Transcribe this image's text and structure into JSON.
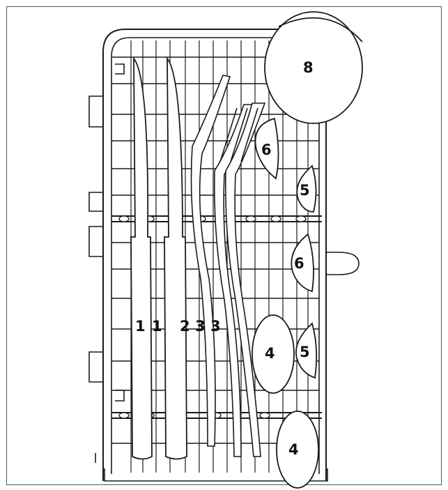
{
  "diagram": {
    "labels": {
      "knife_a": "1",
      "knife_b": "1",
      "fork_a": "2",
      "fork_b": "3",
      "fork_c": "3",
      "spoon_large_top": "8",
      "spoon_top": "6",
      "teaspoon_top": "5",
      "spoon_mid": "6",
      "spoon_low": "4",
      "teaspoon_low": "5",
      "spoon_bottom": "4"
    },
    "colors": {
      "stroke": "#1a1a1a",
      "fill": "#ffffff",
      "frame": "#555555"
    }
  }
}
